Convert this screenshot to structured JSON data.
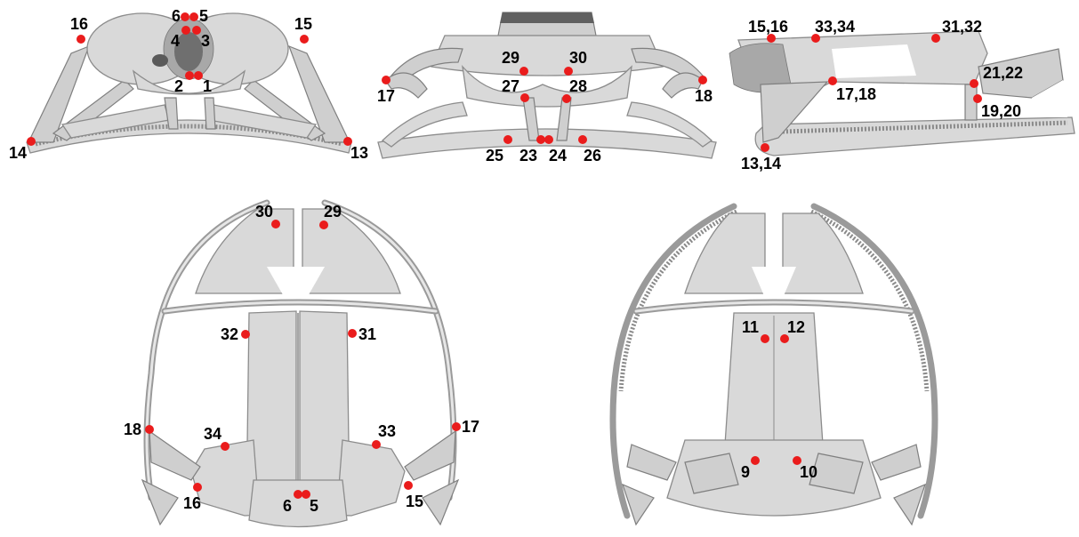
{
  "colors": {
    "landmark": "#ea1c1c",
    "bone": "#d9d9d9",
    "bone_edge": "#8c8c8c",
    "label": "#000000"
  },
  "panels": {
    "posterior": {
      "landmarks": [
        {
          "id": "lm-6",
          "label": "6"
        },
        {
          "id": "lm-5",
          "label": "5"
        },
        {
          "id": "lm-4",
          "label": "4"
        },
        {
          "id": "lm-3",
          "label": "3"
        },
        {
          "id": "lm-2",
          "label": "2"
        },
        {
          "id": "lm-1",
          "label": "1"
        },
        {
          "id": "lm-16",
          "label": "16"
        },
        {
          "id": "lm-15",
          "label": "15"
        },
        {
          "id": "lm-14",
          "label": "14"
        },
        {
          "id": "lm-13",
          "label": "13"
        }
      ]
    },
    "anterior": {
      "landmarks": [
        {
          "id": "lm-29",
          "label": "29"
        },
        {
          "id": "lm-30",
          "label": "30"
        },
        {
          "id": "lm-27",
          "label": "27"
        },
        {
          "id": "lm-28",
          "label": "28"
        },
        {
          "id": "lm-17",
          "label": "17"
        },
        {
          "id": "lm-18",
          "label": "18"
        },
        {
          "id": "lm-25",
          "label": "25"
        },
        {
          "id": "lm-23",
          "label": "23"
        },
        {
          "id": "lm-24",
          "label": "24"
        },
        {
          "id": "lm-26",
          "label": "26"
        }
      ]
    },
    "lateral": {
      "landmarks": [
        {
          "id": "lm-15-16",
          "label": "15,16"
        },
        {
          "id": "lm-33-34",
          "label": "33,34"
        },
        {
          "id": "lm-31-32",
          "label": "31,32"
        },
        {
          "id": "lm-17-18",
          "label": "17,18"
        },
        {
          "id": "lm-21-22",
          "label": "21,22"
        },
        {
          "id": "lm-19-20",
          "label": "19,20"
        },
        {
          "id": "lm-13-14",
          "label": "13,14"
        }
      ]
    },
    "dorsal": {
      "landmarks": [
        {
          "id": "lm-30",
          "label": "30"
        },
        {
          "id": "lm-29",
          "label": "29"
        },
        {
          "id": "lm-32",
          "label": "32"
        },
        {
          "id": "lm-31",
          "label": "31"
        },
        {
          "id": "lm-18",
          "label": "18"
        },
        {
          "id": "lm-17",
          "label": "17"
        },
        {
          "id": "lm-34",
          "label": "34"
        },
        {
          "id": "lm-33",
          "label": "33"
        },
        {
          "id": "lm-16",
          "label": "16"
        },
        {
          "id": "lm-15",
          "label": "15"
        },
        {
          "id": "lm-6",
          "label": "6"
        },
        {
          "id": "lm-5",
          "label": "5"
        }
      ]
    },
    "ventral": {
      "landmarks": [
        {
          "id": "lm-11",
          "label": "11"
        },
        {
          "id": "lm-12",
          "label": "12"
        },
        {
          "id": "lm-9",
          "label": "9"
        },
        {
          "id": "lm-10",
          "label": "10"
        }
      ]
    }
  }
}
